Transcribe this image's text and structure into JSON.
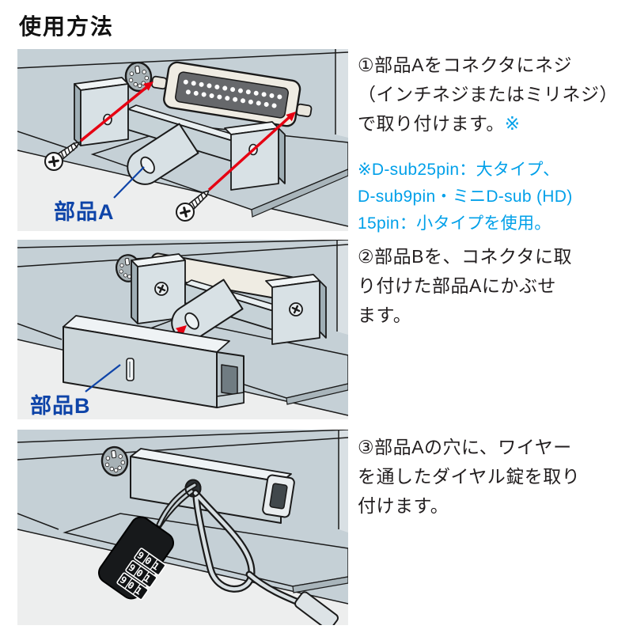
{
  "title": "使用方法",
  "colors": {
    "panel_bg": "#C5D0D6",
    "floor": "#EDEEEE",
    "outline": "#1A1A1A",
    "red_arrow": "#E60012",
    "part_label_blue": "#0E44A8",
    "note_cyan": "#00A0E9",
    "connector_bezel": "#EFECE3",
    "dsub_face": "#66686B",
    "metal_face": "#D8E1E5",
    "lock_body": "#17191B"
  },
  "steps": [
    {
      "lines": [
        "①部品Aをコネクタにネジ",
        "（インチネジまたはミリネジ）",
        "で取り付けます。"
      ],
      "ref_mark": "※",
      "part_label": "部品A",
      "note_lines": [
        "※D-sub25pin：大タイプ、",
        "D-sub9pin・ミニD-sub (HD)",
        "15pin：小タイプを使用。"
      ],
      "figure_parts": [
        "ps2-port",
        "d-sub-25pin-connector",
        "standoff-screw-posts",
        "part-a-bracket",
        "phillips-screw",
        "phillips-screw",
        "red-assembly-arrows"
      ]
    },
    {
      "lines": [
        "②部品Bを、コネクタに取",
        "り付けた部品Aにかぶせ",
        "ます。"
      ],
      "part_label": "部品B",
      "figure_parts": [
        "ps2-port",
        "part-a-bracket-attached",
        "part-b-cover",
        "red-assembly-arrow"
      ]
    },
    {
      "lines": [
        "③部品Aの穴に、ワイヤー",
        "を通したダイヤル錠を取り",
        "付けます。"
      ],
      "figure_parts": [
        "ps2-port",
        "part-b-cover-installed",
        "security-wire-loop",
        "combination-dial-lock",
        "wire-cable-end"
      ]
    }
  ],
  "lock": {
    "dial_rows": [
      "901",
      "901",
      "901"
    ]
  }
}
